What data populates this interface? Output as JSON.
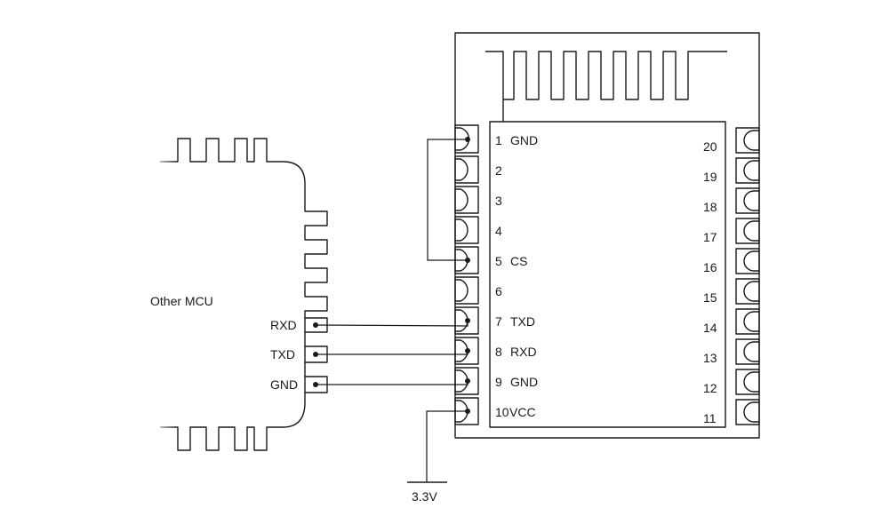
{
  "mcu": {
    "title": "Other MCU",
    "pins": [
      {
        "id": "rxd",
        "label": "RXD"
      },
      {
        "id": "txd",
        "label": "TXD"
      },
      {
        "id": "gnd",
        "label": "GND"
      }
    ]
  },
  "module": {
    "left_pins": [
      {
        "num": "1",
        "name": "GND"
      },
      {
        "num": "2",
        "name": ""
      },
      {
        "num": "3",
        "name": ""
      },
      {
        "num": "4",
        "name": ""
      },
      {
        "num": "5",
        "name": "CS"
      },
      {
        "num": "6",
        "name": ""
      },
      {
        "num": "7",
        "name": "TXD"
      },
      {
        "num": "8",
        "name": "RXD"
      },
      {
        "num": "9",
        "name": "GND"
      },
      {
        "num": "10",
        "name": "VCC"
      }
    ],
    "right_pins": [
      {
        "num": "20"
      },
      {
        "num": "19"
      },
      {
        "num": "18"
      },
      {
        "num": "17"
      },
      {
        "num": "16"
      },
      {
        "num": "15"
      },
      {
        "num": "14"
      },
      {
        "num": "13"
      },
      {
        "num": "12"
      },
      {
        "num": "11"
      }
    ]
  },
  "supply": {
    "label": "3.3V"
  },
  "colors": {
    "line": "#1a1a1a",
    "background": "#ffffff"
  }
}
